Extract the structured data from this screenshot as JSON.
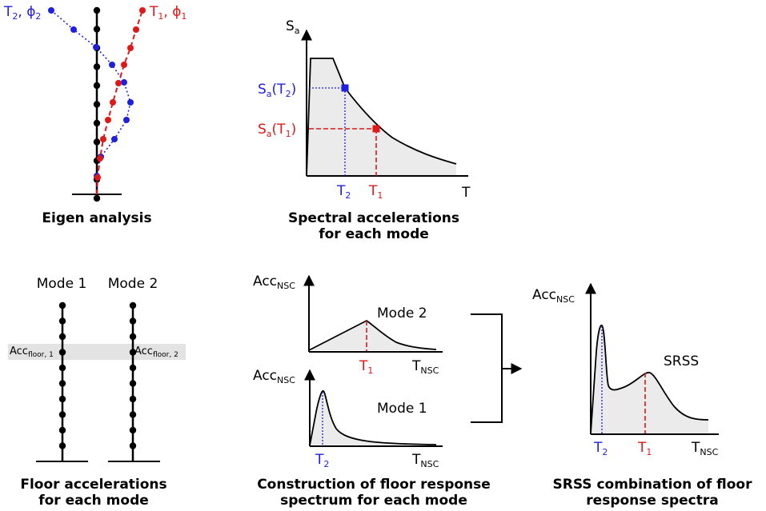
{
  "colors": {
    "mode1": "#e01818",
    "mode2": "#1f1fe0",
    "fill": "#ebebeb",
    "band": "#e3e3e3",
    "ink": "#000000"
  },
  "eigen": {
    "caption": "Eigen analysis",
    "t2_main": "T",
    "t2_sub": "2",
    "phi2_main": ", ϕ",
    "phi2_sub": "2",
    "t1_main": "T",
    "t1_sub": "1",
    "phi1_main": ", ϕ",
    "phi1_sub": "1"
  },
  "spectral": {
    "caption_line1": "Spectral accelerations",
    "caption_line2": "for each mode",
    "y_main": "S",
    "y_sub": "a",
    "x_label": "T",
    "sa_t2": {
      "s": "S",
      "a": "a",
      "open": "(T",
      "n": "2",
      "close": ")"
    },
    "sa_t1": {
      "s": "S",
      "a": "a",
      "open": "(T",
      "n": "1",
      "close": ")"
    },
    "t2_main": "T",
    "t2_sub": "2",
    "t1_main": "T",
    "t1_sub": "1"
  },
  "floor": {
    "caption_line1": "Floor accelerations",
    "caption_line2": "for each mode",
    "mode1_label": "Mode 1",
    "mode2_label": "Mode 2",
    "acc1_main": "Acc",
    "acc1_sub": "floor, 1",
    "acc2_main": "Acc",
    "acc2_sub": "floor, 2"
  },
  "construction": {
    "caption_line1": "Construction of floor response",
    "caption_line2": "spectrum for each mode",
    "top": {
      "y_main": "Acc",
      "y_sub": "NSC",
      "mode_label": "Mode 2",
      "t_main": "T",
      "t_sub": "1",
      "x_main": "T",
      "x_sub": "NSC"
    },
    "bottom": {
      "y_main": "Acc",
      "y_sub": "NSC",
      "mode_label": "Mode 1",
      "t_main": "T",
      "t_sub": "2",
      "x_main": "T",
      "x_sub": "NSC"
    }
  },
  "srss": {
    "caption_line1": "SRSS combination of floor",
    "caption_line2": "response spectra",
    "y_main": "Acc",
    "y_sub": "NSC",
    "curve_label": "SRSS",
    "t2_main": "T",
    "t2_sub": "2",
    "t1_main": "T",
    "t1_sub": "1",
    "x_main": "T",
    "x_sub": "NSC"
  }
}
